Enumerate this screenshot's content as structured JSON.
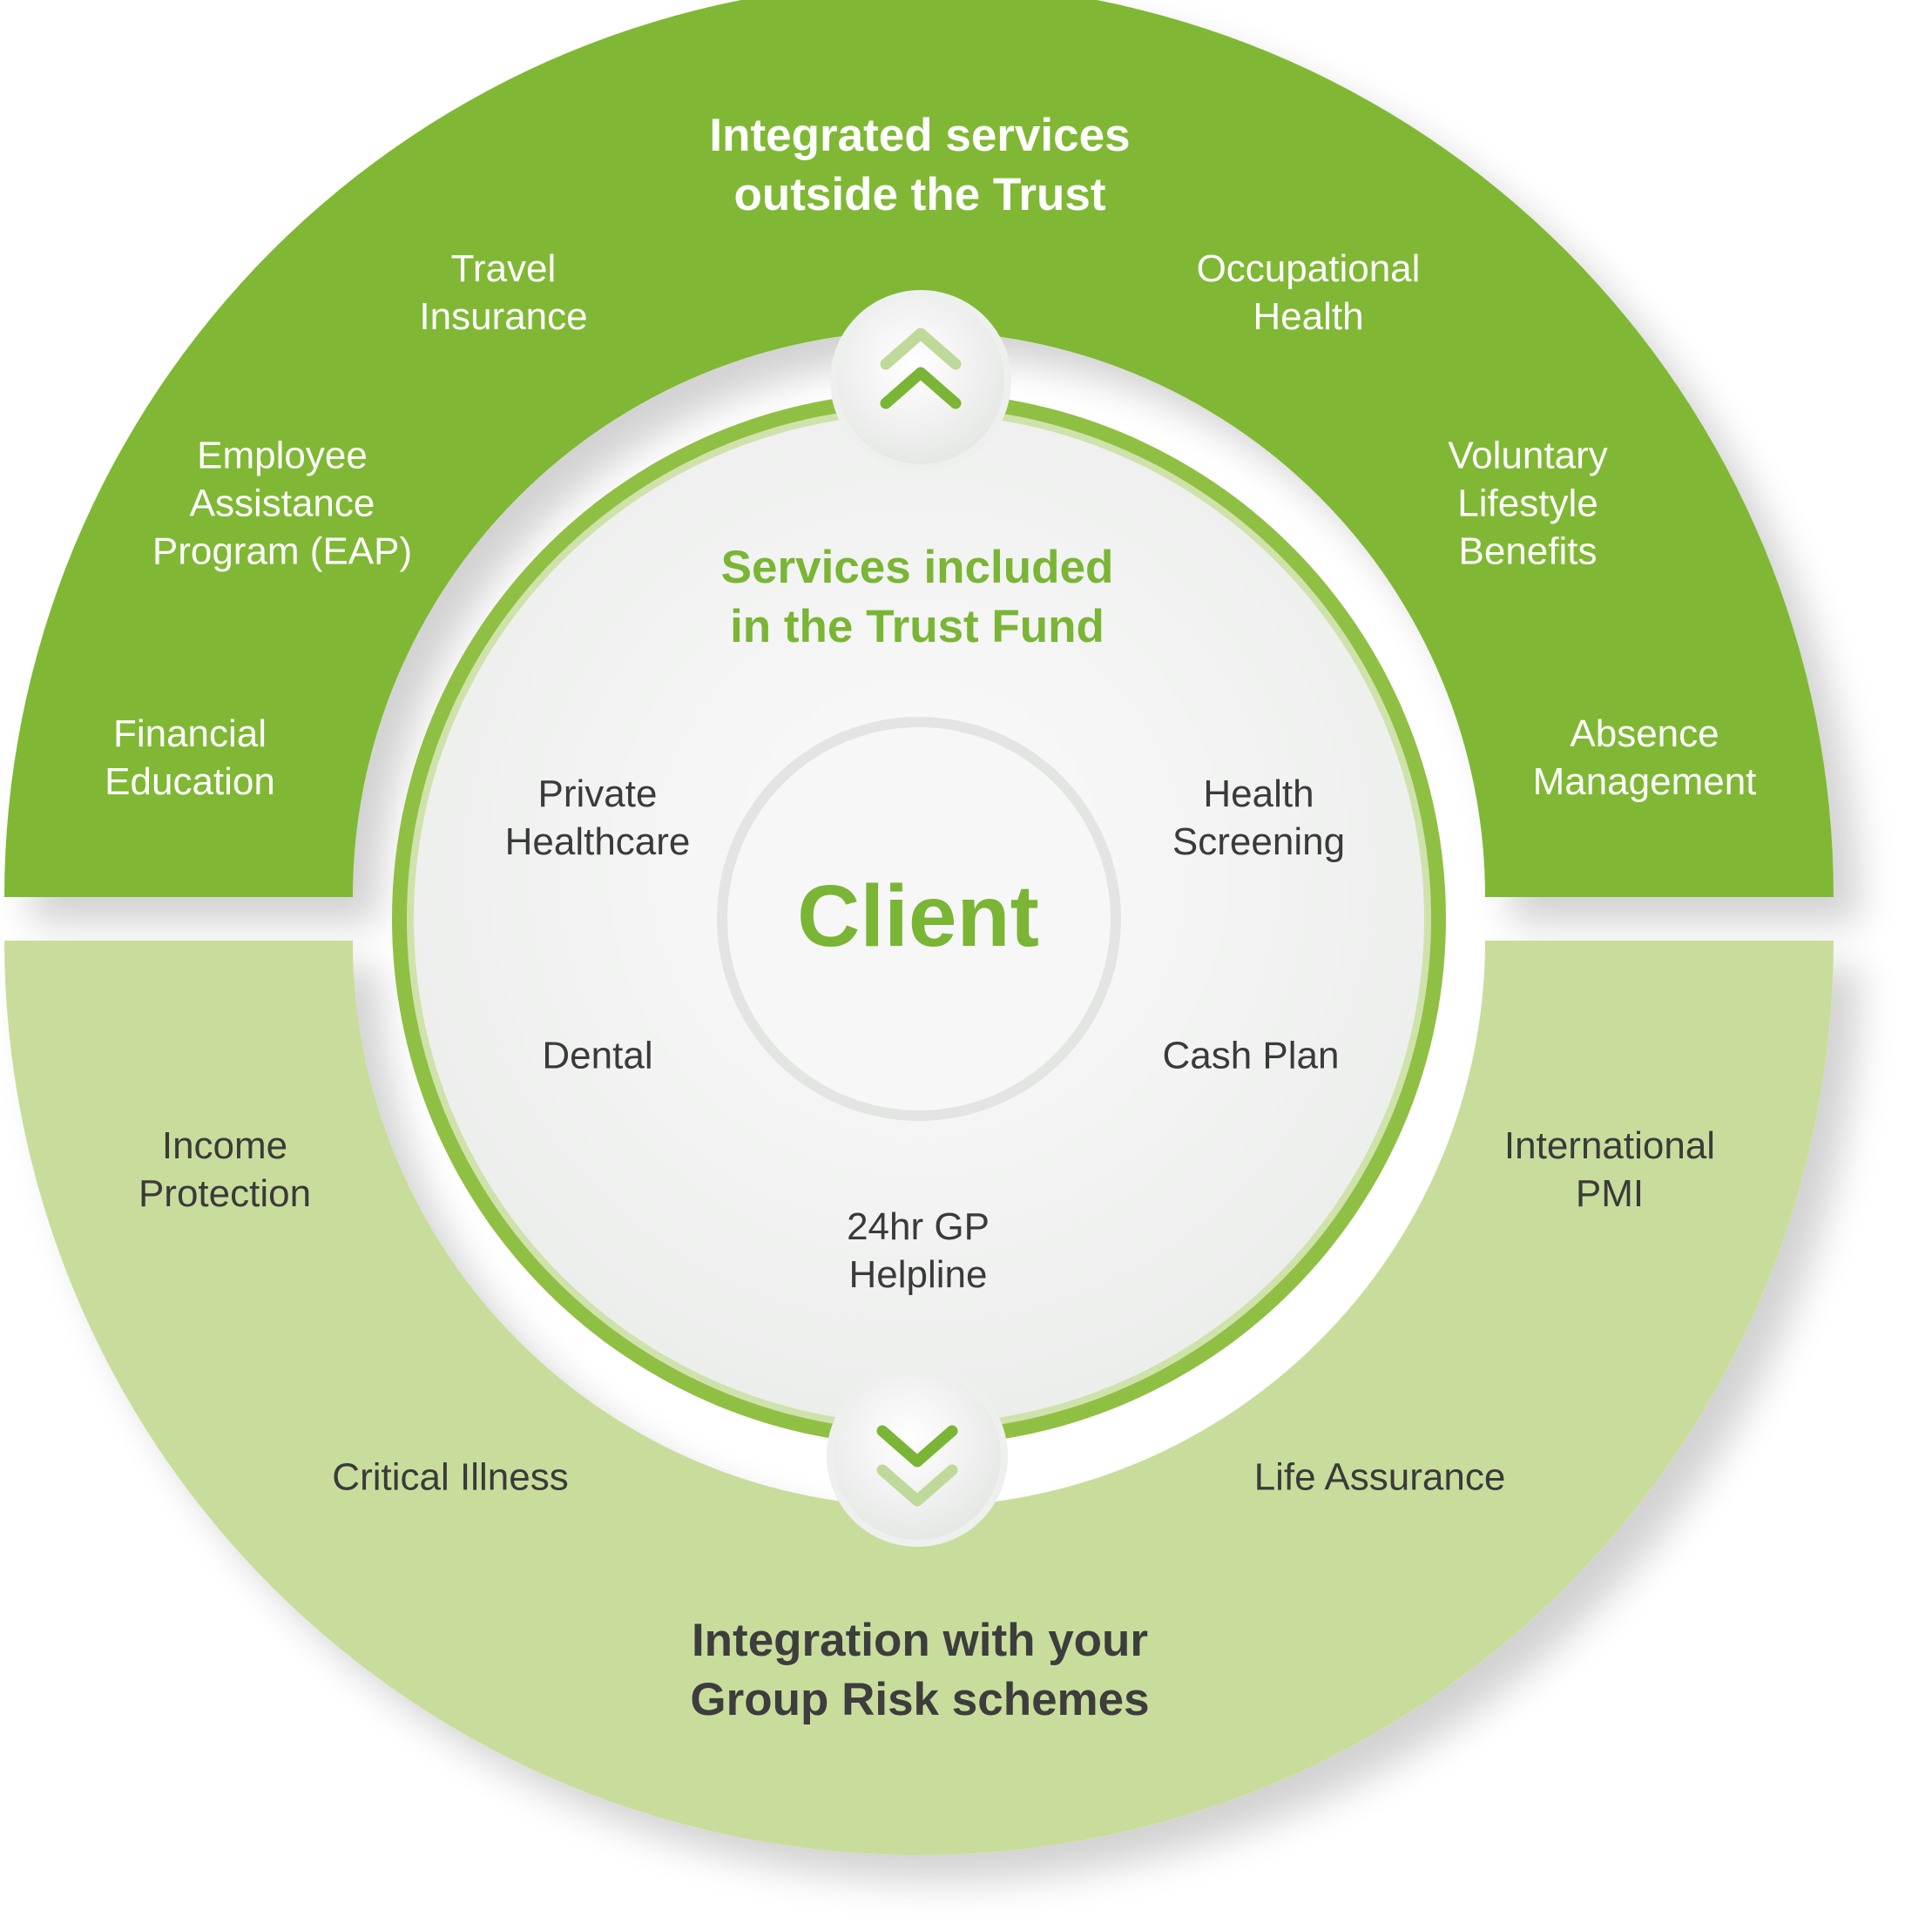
{
  "colors": {
    "outer_top": "#80b834",
    "outer_bottom": "#c8dd9c",
    "inner_ring": "#8fc044",
    "inner_disc": "#f2f3f2",
    "client_text": "#7ab535",
    "dark_text": "#3a3a3a"
  },
  "outer_top": {
    "title": [
      "Integrated services",
      "outside the Trust"
    ],
    "items": [
      {
        "id": "travel",
        "lines": [
          "Travel",
          "Insurance"
        ]
      },
      {
        "id": "occupational",
        "lines": [
          "Occupational",
          "Health"
        ]
      },
      {
        "id": "eap",
        "lines": [
          "Employee",
          "Assistance",
          "Program (EAP)"
        ]
      },
      {
        "id": "voluntary",
        "lines": [
          "Voluntary",
          "Lifestyle",
          "Benefits"
        ]
      },
      {
        "id": "financial",
        "lines": [
          "Financial",
          "Education"
        ]
      },
      {
        "id": "absence",
        "lines": [
          "Absence",
          "Management"
        ]
      }
    ]
  },
  "inner": {
    "title": [
      "Services included",
      "in the Trust Fund"
    ],
    "items": [
      {
        "id": "private",
        "lines": [
          "Private",
          "Healthcare"
        ]
      },
      {
        "id": "screening",
        "lines": [
          "Health",
          "Screening"
        ]
      },
      {
        "id": "dental",
        "lines": [
          "Dental"
        ]
      },
      {
        "id": "cashplan",
        "lines": [
          "Cash Plan"
        ]
      },
      {
        "id": "gp",
        "lines": [
          "24hr GP",
          "Helpline"
        ]
      }
    ]
  },
  "center": {
    "label": "Client"
  },
  "outer_bottom": {
    "title": [
      "Integration with your",
      "Group Risk schemes"
    ],
    "items": [
      {
        "id": "income",
        "lines": [
          "Income",
          "Protection"
        ]
      },
      {
        "id": "pmi",
        "lines": [
          "International",
          "PMI"
        ]
      },
      {
        "id": "critical",
        "lines": [
          "Critical Illness"
        ]
      },
      {
        "id": "life",
        "lines": [
          "Life Assurance"
        ]
      }
    ]
  },
  "icons": {
    "top": "double-chevron-up-icon",
    "bottom": "double-chevron-down-icon"
  }
}
